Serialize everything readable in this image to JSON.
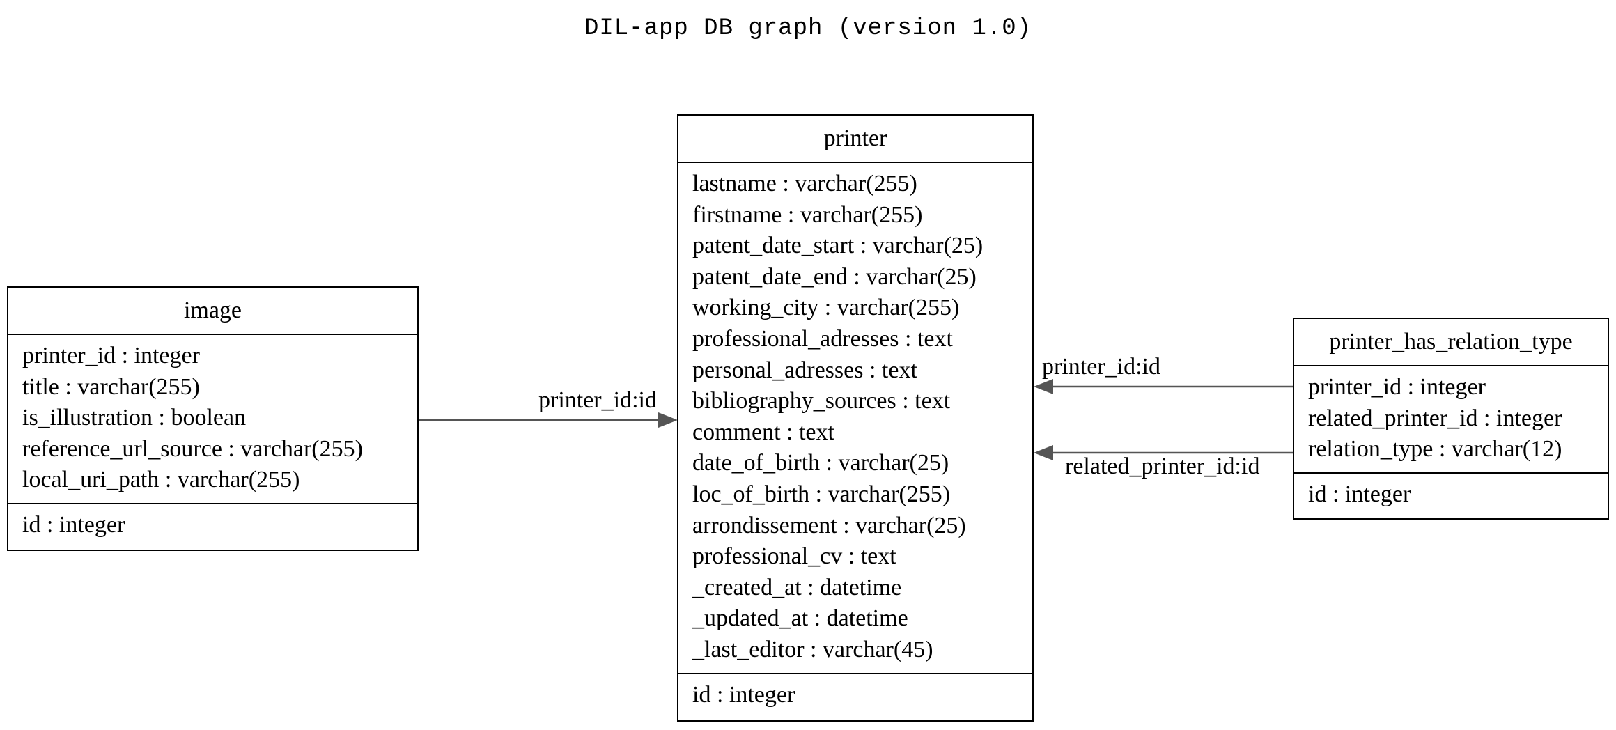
{
  "title": "DIL-app DB graph (version 1.0)",
  "tables": {
    "image": {
      "name": "image",
      "columns": [
        "printer_id : integer",
        "title : varchar(255)",
        "is_illustration : boolean",
        "reference_url_source : varchar(255)",
        "local_uri_path : varchar(255)"
      ],
      "keys": [
        "id : integer"
      ]
    },
    "printer": {
      "name": "printer",
      "columns": [
        "lastname : varchar(255)",
        "firstname : varchar(255)",
        "patent_date_start : varchar(25)",
        "patent_date_end : varchar(25)",
        "working_city : varchar(255)",
        "professional_adresses : text",
        "personal_adresses : text",
        "bibliography_sources : text",
        "comment : text",
        "date_of_birth : varchar(25)",
        "loc_of_birth : varchar(255)",
        "arrondissement : varchar(25)",
        "professional_cv : text",
        "_created_at : datetime",
        "_updated_at : datetime",
        "_last_editor : varchar(45)"
      ],
      "keys": [
        "id : integer"
      ]
    },
    "printer_has_relation_type": {
      "name": "printer_has_relation_type",
      "columns": [
        "printer_id : integer",
        "related_printer_id : integer",
        "relation_type : varchar(12)"
      ],
      "keys": [
        "id : integer"
      ]
    }
  },
  "edges": [
    {
      "from": "image",
      "to": "printer",
      "label": "printer_id:id"
    },
    {
      "from": "printer_has_relation_type",
      "to": "printer",
      "label": "printer_id:id"
    },
    {
      "from": "printer_has_relation_type",
      "to": "printer",
      "label": "related_printer_id:id"
    }
  ],
  "colors": {
    "edge": "#555555",
    "border": "#000000"
  }
}
